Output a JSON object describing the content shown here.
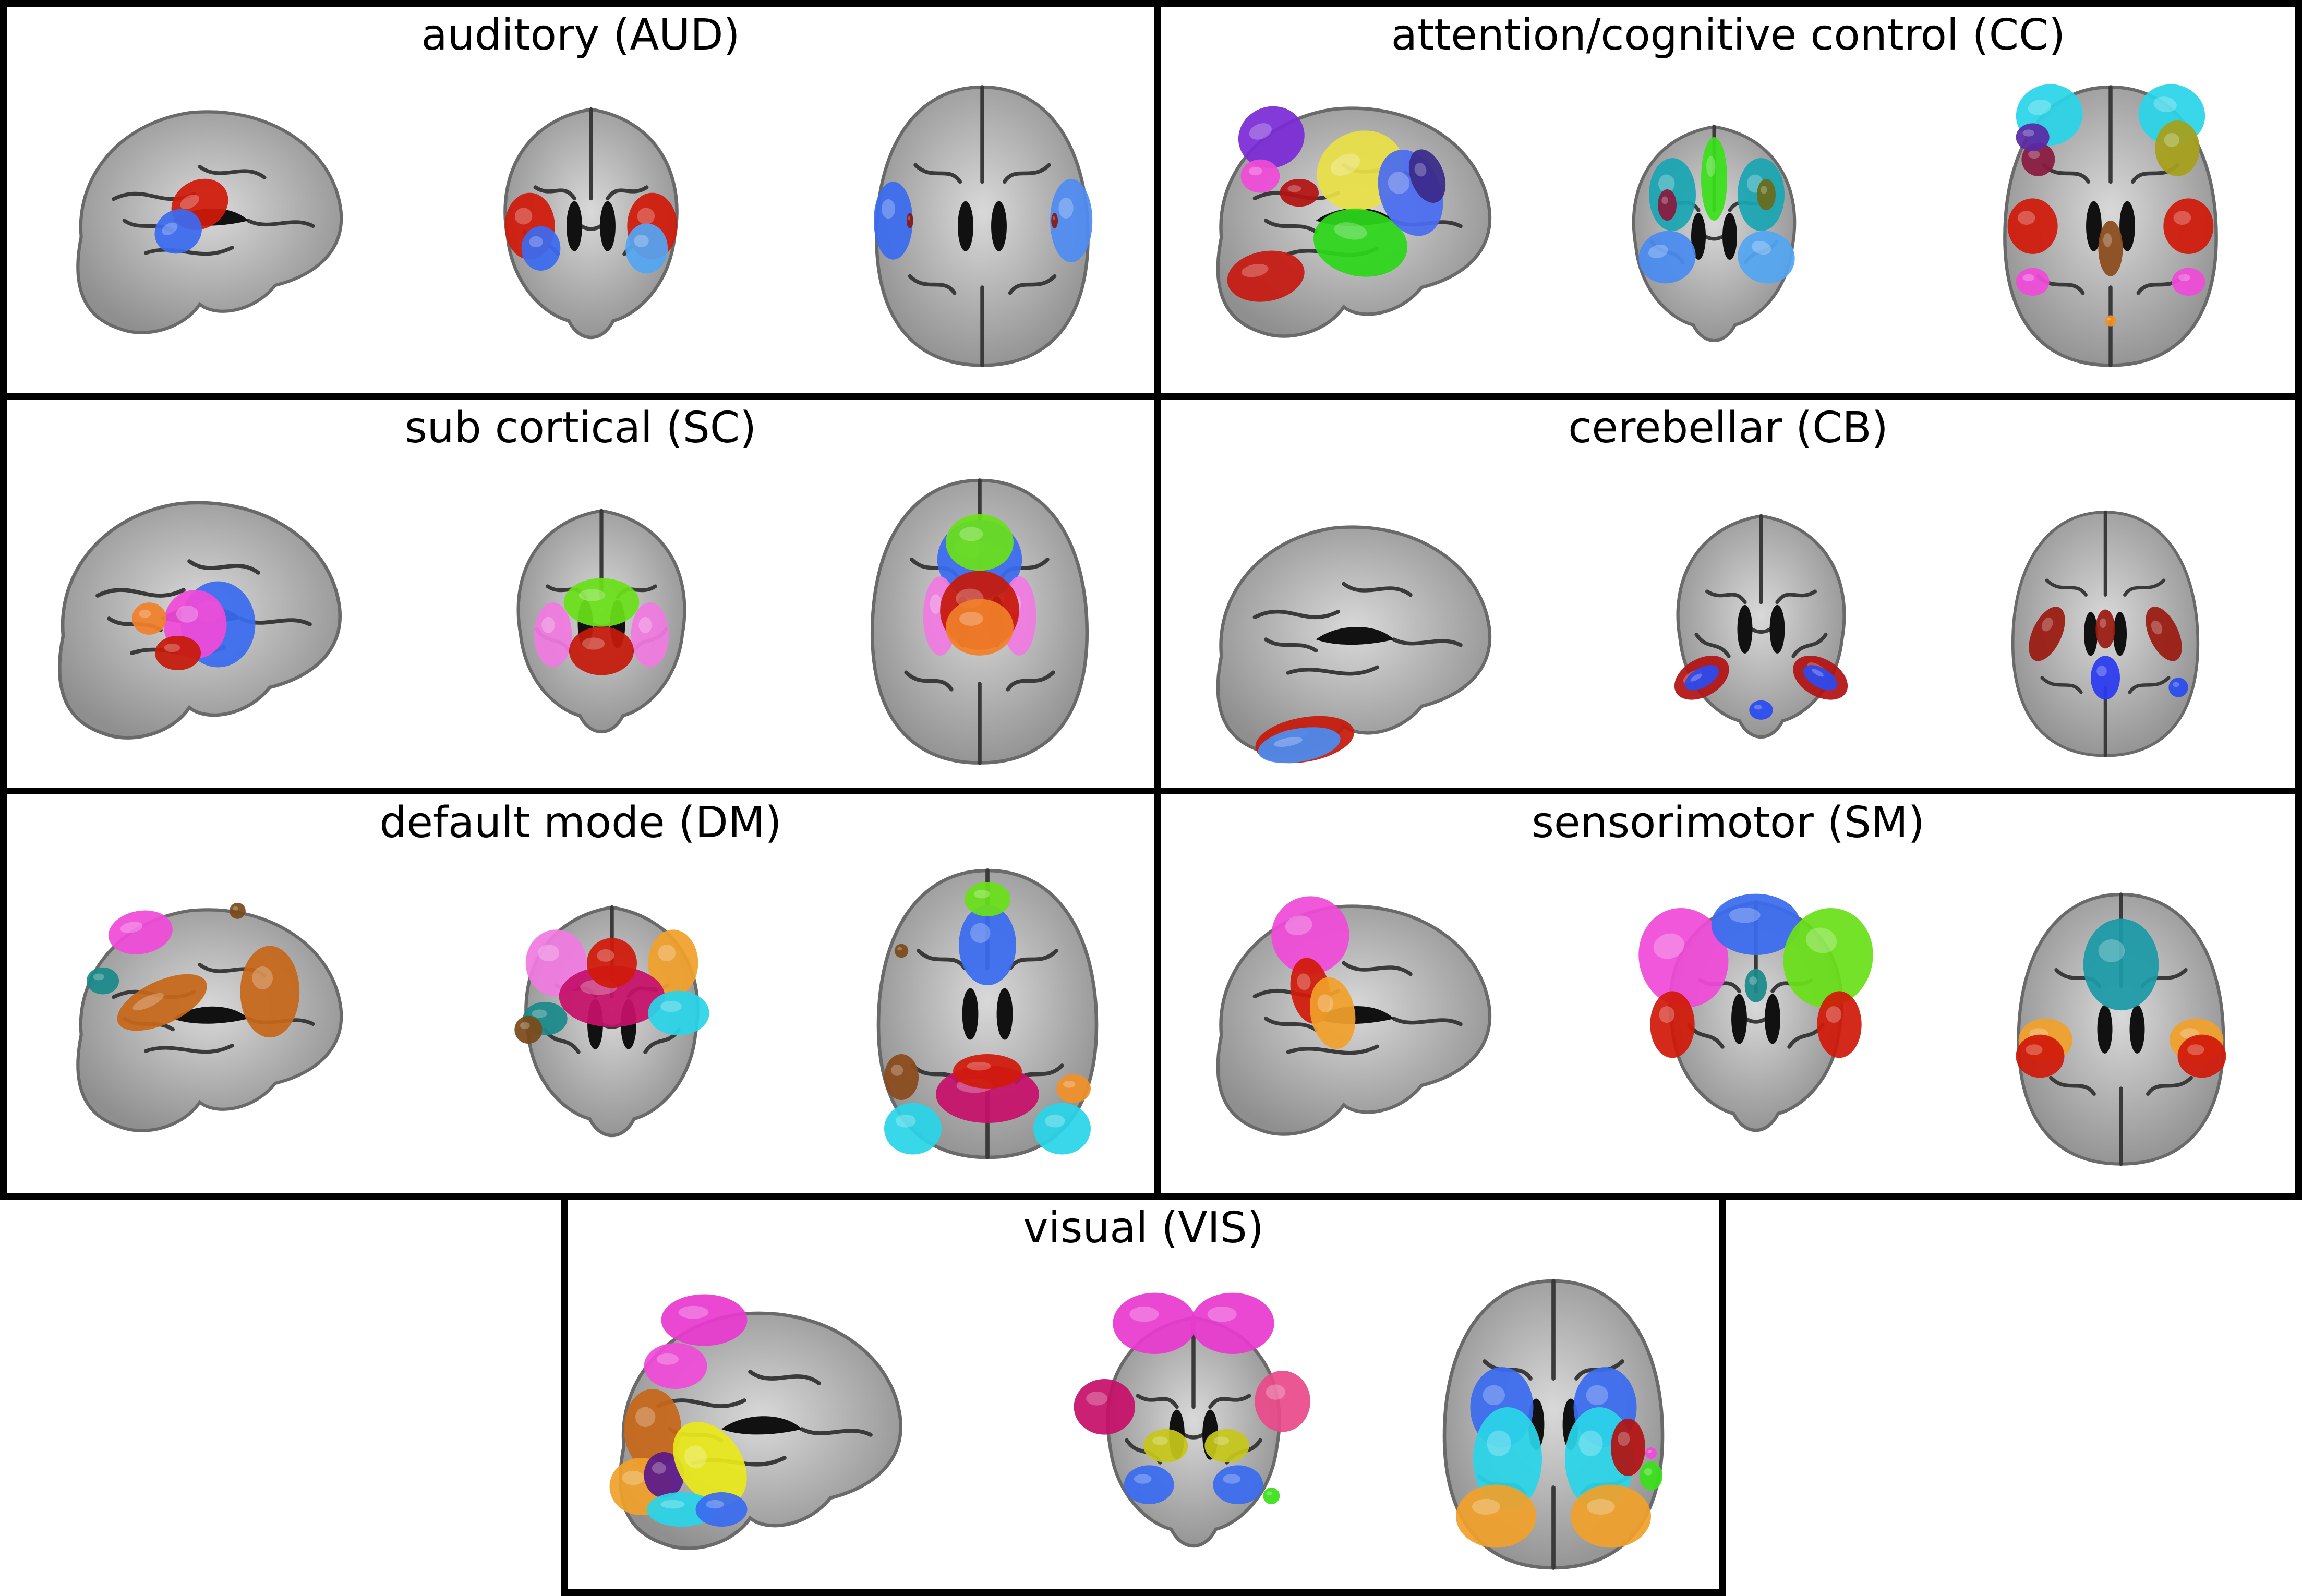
{
  "figure": {
    "panels": [
      {
        "id": "aud",
        "title": "auditory (AUD)",
        "views": [
          {
            "plane": "sagittal",
            "blobs": [
              {
                "color": "#d11a0a"
              },
              {
                "color": "#3a6cf0"
              }
            ]
          },
          {
            "plane": "coronal",
            "blobs": [
              {
                "color": "#d11a0a"
              },
              {
                "color": "#3a6cf0"
              },
              {
                "color": "#d11a0a"
              },
              {
                "color": "#54a6f2"
              }
            ]
          },
          {
            "plane": "axial",
            "blobs": [
              {
                "color": "#3a6cf0"
              },
              {
                "color": "#4f8cf2"
              },
              {
                "color": "#8a1a10"
              },
              {
                "color": "#8a1a10"
              }
            ]
          }
        ]
      },
      {
        "id": "cc",
        "title": "attention/cognitive control (CC)",
        "views": [
          {
            "plane": "sagittal",
            "blobs": [
              {
                "color": "#7a2bd6"
              },
              {
                "color": "#f04ad8"
              },
              {
                "color": "#b31212"
              },
              {
                "color": "#e8e046"
              },
              {
                "color": "#2bd61a"
              },
              {
                "color": "#c61a10"
              },
              {
                "color": "#4a6cf0"
              },
              {
                "color": "#3a2a8a"
              }
            ]
          },
          {
            "plane": "coronal",
            "blobs": [
              {
                "color": "#1aa6b3"
              },
              {
                "color": "#1aa6b3"
              },
              {
                "color": "#4a8cf0"
              },
              {
                "color": "#54a6f2"
              },
              {
                "color": "#3ae01a"
              },
              {
                "color": "#8a1a40"
              },
              {
                "color": "#6b6b1a"
              }
            ]
          },
          {
            "plane": "axial",
            "blobs": [
              {
                "color": "#2ad4e8"
              },
              {
                "color": "#2ad4e8"
              },
              {
                "color": "#a6a01a"
              },
              {
                "color": "#8a1a40"
              },
              {
                "color": "#5a2aa6"
              },
              {
                "color": "#d11a0a"
              },
              {
                "color": "#d11a0a"
              },
              {
                "color": "#f04ad8"
              },
              {
                "color": "#f04ad8"
              },
              {
                "color": "#8a4a1a"
              },
              {
                "color": "#f0902a"
              }
            ]
          }
        ]
      },
      {
        "id": "sc",
        "title": "sub cortical (SC)",
        "views": [
          {
            "plane": "sagittal",
            "blobs": [
              {
                "color": "#3a6cf0"
              },
              {
                "color": "#f04ad8"
              },
              {
                "color": "#f0802a"
              },
              {
                "color": "#c61a0a"
              }
            ]
          },
          {
            "plane": "coronal",
            "blobs": [
              {
                "color": "#f07ae0"
              },
              {
                "color": "#f07ae0"
              },
              {
                "color": "#c61a0a"
              },
              {
                "color": "#6be01a"
              }
            ]
          },
          {
            "plane": "axial",
            "blobs": [
              {
                "color": "#3a6cf0"
              },
              {
                "color": "#6be01a"
              },
              {
                "color": "#f07ae0"
              },
              {
                "color": "#f07ae0"
              },
              {
                "color": "#c61a0a"
              },
              {
                "color": "#f0802a"
              }
            ]
          }
        ]
      },
      {
        "id": "cb",
        "title": "cerebellar (CB)",
        "views": [
          {
            "plane": "sagittal",
            "blobs": [
              {
                "color": "#c61a0a"
              },
              {
                "color": "#4a8cf0"
              }
            ]
          },
          {
            "plane": "coronal",
            "blobs": [
              {
                "color": "#b31212"
              },
              {
                "color": "#b31212"
              },
              {
                "color": "#2a4af0"
              },
              {
                "color": "#2a4af0"
              },
              {
                "color": "#2a4af0"
              }
            ]
          },
          {
            "plane": "axial",
            "blobs": [
              {
                "color": "#9a1a10"
              },
              {
                "color": "#9a1a10"
              },
              {
                "color": "#9a1a10"
              },
              {
                "color": "#2a3af0"
              },
              {
                "color": "#2a4af0"
              }
            ]
          }
        ]
      },
      {
        "id": "dm",
        "title": "default mode (DM)",
        "views": [
          {
            "plane": "sagittal",
            "blobs": [
              {
                "color": "#f04ad8"
              },
              {
                "color": "#c6661a"
              },
              {
                "color": "#c6661a"
              },
              {
                "color": "#1a8a8a"
              },
              {
                "color": "#7a4a1a"
              }
            ]
          },
          {
            "plane": "coronal",
            "blobs": [
              {
                "color": "#f07ae0"
              },
              {
                "color": "#f0a02a"
              },
              {
                "color": "#c6106a"
              },
              {
                "color": "#d11a0a"
              },
              {
                "color": "#1a8a8a"
              },
              {
                "color": "#2ad4e8"
              },
              {
                "color": "#7a4a1a"
              }
            ]
          },
          {
            "plane": "axial",
            "blobs": [
              {
                "color": "#3a6cf0"
              },
              {
                "color": "#6be01a"
              },
              {
                "color": "#c6106a"
              },
              {
                "color": "#d11a0a"
              },
              {
                "color": "#2ad4e8"
              },
              {
                "color": "#2ad4e8"
              },
              {
                "color": "#8a4a1a"
              },
              {
                "color": "#f0902a"
              },
              {
                "color": "#7a4a1a"
              }
            ]
          }
        ]
      },
      {
        "id": "sm",
        "title": "sensorimotor (SM)",
        "views": [
          {
            "plane": "sagittal",
            "blobs": [
              {
                "color": "#f04ad8"
              },
              {
                "color": "#d11a0a"
              },
              {
                "color": "#f0a02a"
              }
            ]
          },
          {
            "plane": "coronal",
            "blobs": [
              {
                "color": "#f04ad8"
              },
              {
                "color": "#3a6cf0"
              },
              {
                "color": "#6be01a"
              },
              {
                "color": "#d11a0a"
              },
              {
                "color": "#d11a0a"
              },
              {
                "color": "#1a8a8a"
              }
            ]
          },
          {
            "plane": "axial",
            "blobs": [
              {
                "color": "#1a9aa6"
              },
              {
                "color": "#f0a02a"
              },
              {
                "color": "#f0a02a"
              },
              {
                "color": "#d11a0a"
              },
              {
                "color": "#d11a0a"
              }
            ]
          }
        ]
      },
      {
        "id": "vis",
        "title": "visual (VIS)",
        "views": [
          {
            "plane": "sagittal",
            "blobs": [
              {
                "color": "#e83ad0"
              },
              {
                "color": "#f04ad8"
              },
              {
                "color": "#c6661a"
              },
              {
                "color": "#f0a02a"
              },
              {
                "color": "#5a1a8a"
              },
              {
                "color": "#e8e81a"
              },
              {
                "color": "#2ad4e8"
              },
              {
                "color": "#3a6cf0"
              }
            ]
          },
          {
            "plane": "coronal",
            "blobs": [
              {
                "color": "#e83ad0"
              },
              {
                "color": "#e83ad0"
              },
              {
                "color": "#c6106a"
              },
              {
                "color": "#e84a8a"
              },
              {
                "color": "#c6c61a"
              },
              {
                "color": "#c6c61a"
              },
              {
                "color": "#3a6cf0"
              },
              {
                "color": "#3a6cf0"
              },
              {
                "color": "#3ae01a"
              }
            ]
          },
          {
            "plane": "axial",
            "blobs": [
              {
                "color": "#3a6cf0"
              },
              {
                "color": "#3a6cf0"
              },
              {
                "color": "#2ad4e8"
              },
              {
                "color": "#2ad4e8"
              },
              {
                "color": "#f0a02a"
              },
              {
                "color": "#f0a02a"
              },
              {
                "color": "#b31212"
              },
              {
                "color": "#3ae01a"
              },
              {
                "color": "#f04ad8"
              }
            ]
          }
        ]
      }
    ]
  }
}
